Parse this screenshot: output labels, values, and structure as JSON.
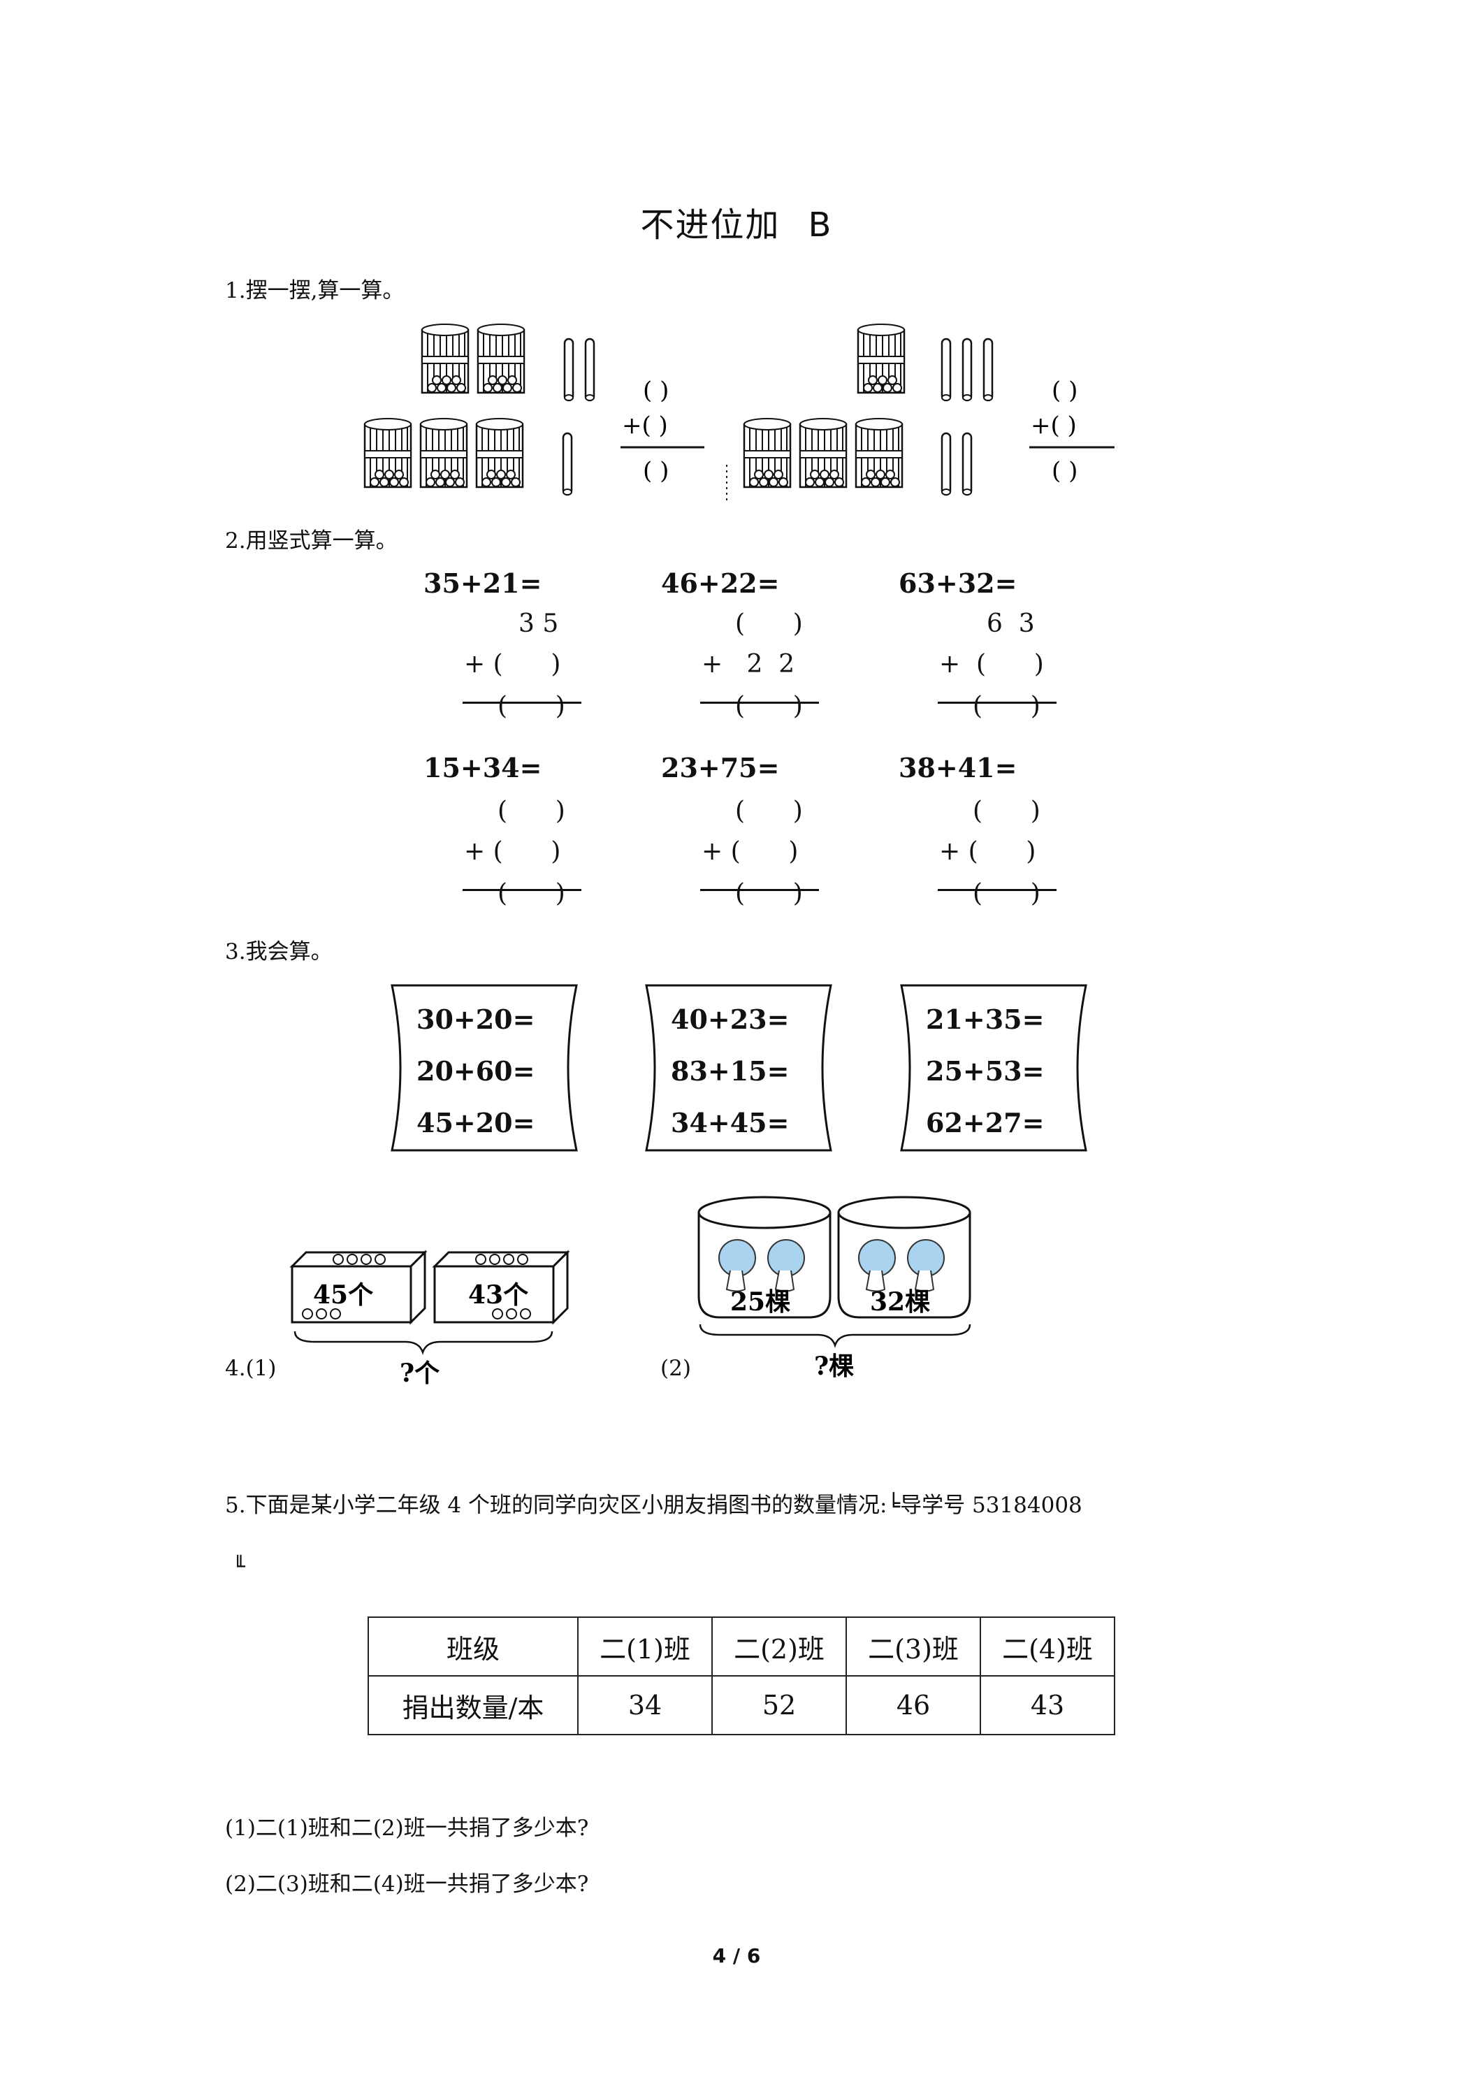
{
  "title": {
    "text": "不进位加",
    "suffix": "B"
  },
  "q1": {
    "label": "1.摆一摆,算一算。",
    "paren": "(    )",
    "paren_plus": "+(    )"
  },
  "q2": {
    "label": "2.用竖式算一算。",
    "problems": [
      {
        "eq": "35+21=",
        "top": "3 5",
        "mid": "+ (      )",
        "bot": "(      )"
      },
      {
        "eq": "46+22=",
        "top": "(      )",
        "mid": "+   2  2",
        "bot": "(      )"
      },
      {
        "eq": "63+32=",
        "top": "6  3",
        "mid": "+  (      )",
        "bot": "(      )"
      },
      {
        "eq": "15+34=",
        "top": "(      )",
        "mid": "+ (      )",
        "bot": "(      )"
      },
      {
        "eq": "23+75=",
        "top": "(      )",
        "mid": "+ (      )",
        "bot": "(      )"
      },
      {
        "eq": "38+41=",
        "top": "(      )",
        "mid": "+ (      )",
        "bot": "(      )"
      }
    ]
  },
  "q3": {
    "label": "3.我会算。",
    "boxes": [
      [
        "30+20=",
        "20+60=",
        "45+20="
      ],
      [
        "40+23=",
        "83+15=",
        "34+45="
      ],
      [
        "21+35=",
        "25+53=",
        "62+27="
      ]
    ]
  },
  "q4": {
    "label1": "4.(1)",
    "label2": "(2)",
    "box_left": "45个",
    "box_right": "43个",
    "total1": "?个",
    "jar_left": "25棵",
    "jar_right": "32棵",
    "total2": "?棵"
  },
  "q5": {
    "label": "5.下面是某小学二年级 4 个班的同学向灾区小朋友捐图书的数量情况:",
    "ref_mark": "╘",
    "ref": "导学号 53184008",
    "ref_end": "╙",
    "table": {
      "header": [
        "班级",
        "二(1)班",
        "二(2)班",
        "二(3)班",
        "二(4)班"
      ],
      "row": [
        "捐出数量/本",
        "34",
        "52",
        "46",
        "43"
      ]
    },
    "sub1": "(1)二(1)班和二(2)班一共捐了多少本?",
    "sub2": "(2)二(3)班和二(4)班一共捐了多少本?"
  },
  "footer": "4 / 6",
  "colors": {
    "cabbage": "#a9d3ee",
    "ink": "#111111"
  }
}
